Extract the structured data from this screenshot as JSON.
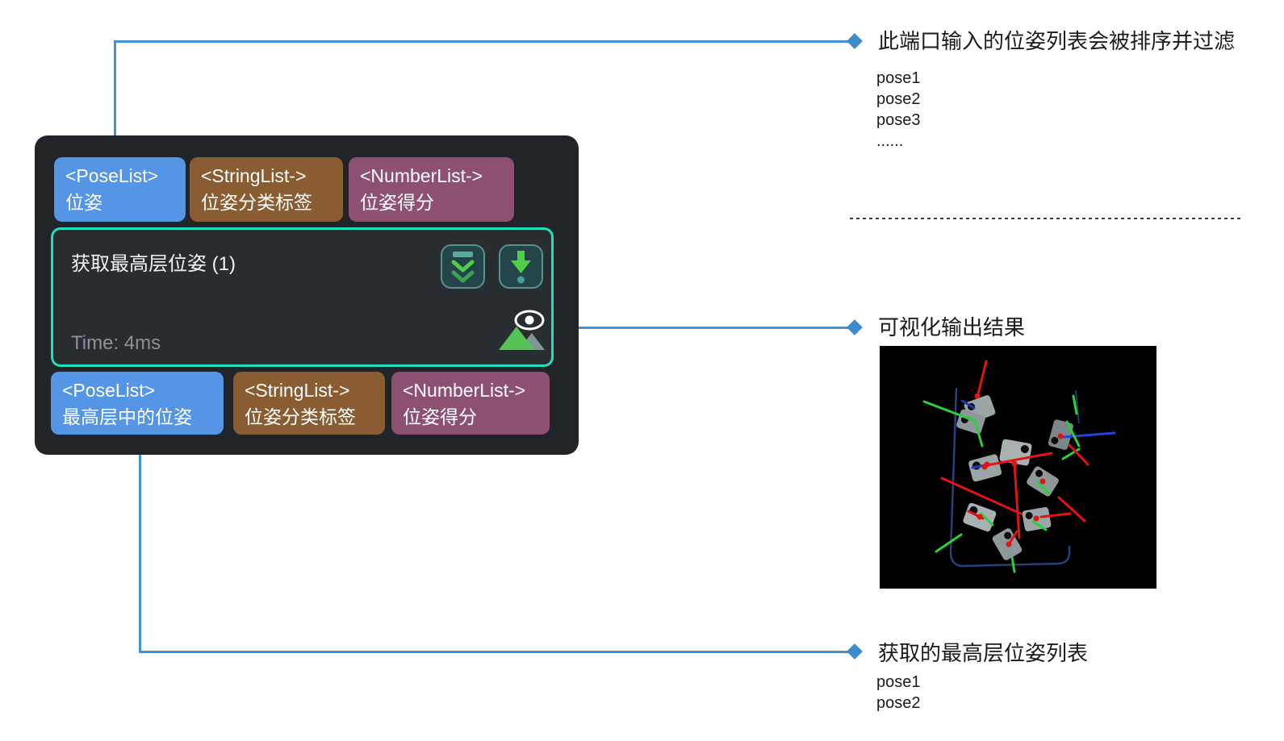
{
  "node": {
    "title": "获取最高层位姿 (1)",
    "time": "Time: 4ms",
    "top_ports": [
      {
        "type": "<PoseList>",
        "label": "位姿",
        "color": "#5595e6"
      },
      {
        "type": "<StringList->",
        "label": "位姿分类标签",
        "color": "#8a5c31"
      },
      {
        "type": "<NumberList->",
        "label": "位姿得分",
        "color": "#8d5070"
      }
    ],
    "bottom_ports": [
      {
        "type": "<PoseList>",
        "label": "最高层中的位姿",
        "color": "#5595e6"
      },
      {
        "type": "<StringList->",
        "label": "位姿分类标签",
        "color": "#8a5c31"
      },
      {
        "type": "<NumberList->",
        "label": "位姿得分",
        "color": "#8d5070"
      }
    ],
    "icons": {
      "collapse_button": "double-chevron-down-icon",
      "run_to_node_button": "arrow-down-exclamation-icon",
      "visualization_indicator": "eye-over-mountains-icon"
    },
    "section_border_color": "#21dfbb",
    "background_color": "#212428"
  },
  "annotations": {
    "top": {
      "heading": "此端口输入的位姿列表会被排序并过滤",
      "items": [
        "pose1",
        "pose2",
        "pose3",
        "......"
      ]
    },
    "middle": {
      "heading": "可视化输出结果"
    },
    "bottom": {
      "heading": "获取的最高层位姿列表",
      "items": [
        "pose1",
        "pose2"
      ]
    }
  },
  "callout_color": "#3f93d4"
}
